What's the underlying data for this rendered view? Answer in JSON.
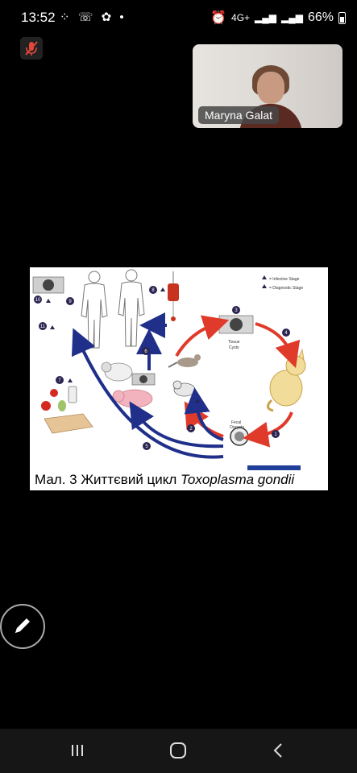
{
  "status": {
    "time": "13:52",
    "network": "4G+",
    "battery": "66%"
  },
  "video": {
    "participant_name": "Maryna Galat"
  },
  "slide": {
    "legend": {
      "infective": "= Infective Stage",
      "diagnostic": "= Diagnostic Stage"
    },
    "labels": {
      "tissue_cysts_1": "Tissue",
      "tissue_cysts_2": "Cysts",
      "fecal_oocysts_1": "Fecal",
      "fecal_oocysts_2": "Oocysts"
    },
    "steps": [
      "1",
      "2",
      "3",
      "4",
      "5",
      "6",
      "7",
      "8",
      "9",
      "10",
      "11"
    ],
    "caption_prefix": "Мал. 3 Життєвий цикл ",
    "caption_species": "Toxoplasma gondii"
  },
  "colors": {
    "red_arrow": "#e03a2b",
    "blue_arrow": "#1f2f8a",
    "step_badge": "#2a2450"
  },
  "icons": {
    "mic": "mic-off-icon",
    "edit": "pencil-icon",
    "nav_recent": "recent-apps-icon",
    "nav_home": "home-icon",
    "nav_back": "back-icon"
  }
}
